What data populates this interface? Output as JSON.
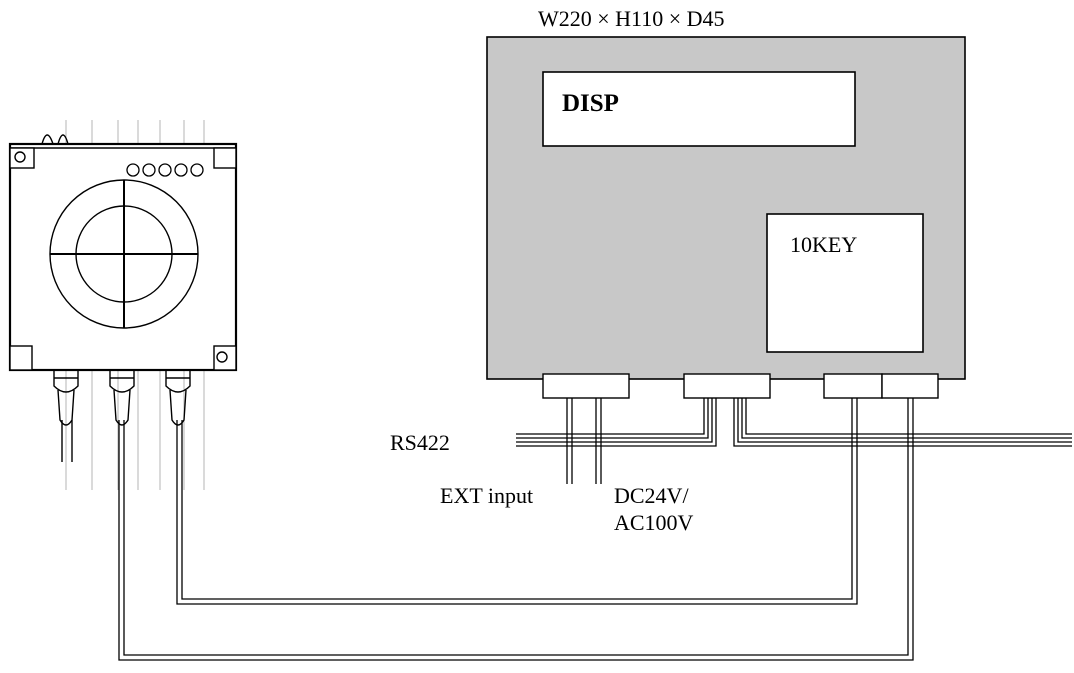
{
  "controller": {
    "dimensions": "W220 × H110 × D45",
    "display_label": "DISP",
    "keypad_label": "10KEY",
    "body_color": "#c8c8c8"
  },
  "ports": {
    "rs422_label": "RS422",
    "ext_input_label": "EXT input",
    "power_label_line1": "DC24V/",
    "power_label_line2": "AC100V"
  },
  "sensor": {
    "indicator_count": 5
  }
}
